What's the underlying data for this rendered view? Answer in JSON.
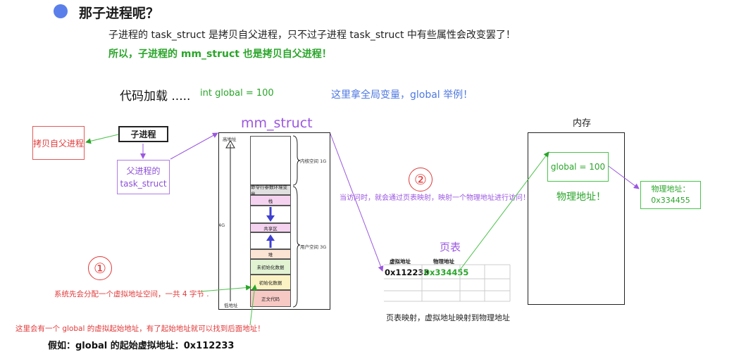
{
  "header": {
    "title": "那子进程呢？",
    "line1": "子进程的 task_struct 是拷贝自父进程，只不过子进程 task_struct 中有些属性会改变罢了！",
    "line2": "所以，子进程的 mm_struct 也是拷贝自父进程！"
  },
  "code": {
    "load_label": "代码加载 .....",
    "int_decl": "int  global = 100",
    "example_note": "这里拿全局变量，global 举例！"
  },
  "process": {
    "copy_label": "拷贝自父进程",
    "child_label": "子进程",
    "parent_line1": "父进程的",
    "parent_line2": "task_struct"
  },
  "mm": {
    "title": "mm_struct",
    "high_addr": "高地址",
    "low_addr": "低地址",
    "size_4g": "4G",
    "kernel_space": "内核空间 1G",
    "user_space": "用户空间 3G",
    "segments": [
      "命令行参数环境变量",
      "栈",
      "共享区",
      "堆",
      "未初始化数据",
      "初始化数据",
      "正文代码"
    ]
  },
  "notes": {
    "circle1": "①",
    "circle2": "②",
    "alloc_note": "系统先会分配一个虚拟地址空间，一共 4 字节 .",
    "start_note": "这里会有一个 global 的虚拟起始地址，有了起始地址就可以找到后面地址！",
    "map_note": "当访问时，就会通过页表映射，映射一个物理地址进行访问！",
    "bottom": "假如：global 的起始虚拟地址：0x112233"
  },
  "page_table": {
    "title": "页表",
    "col_virtual": "虚拟地址",
    "col_physical": "物理地址",
    "virtual_value": "0x112233",
    "physical_value": "0x334455",
    "caption": "页表映射，虚拟地址映射到物理地址"
  },
  "memory": {
    "label": "内存",
    "global_value": "global  = 100",
    "phys_label": "物理地址！",
    "phys_box_line1": "物理地址：",
    "phys_box_line2": "0x334455"
  },
  "colors": {
    "red": "#e03a3a",
    "purple": "#9b57e0",
    "green": "#2aa52a",
    "blue": "#4f79e0"
  }
}
